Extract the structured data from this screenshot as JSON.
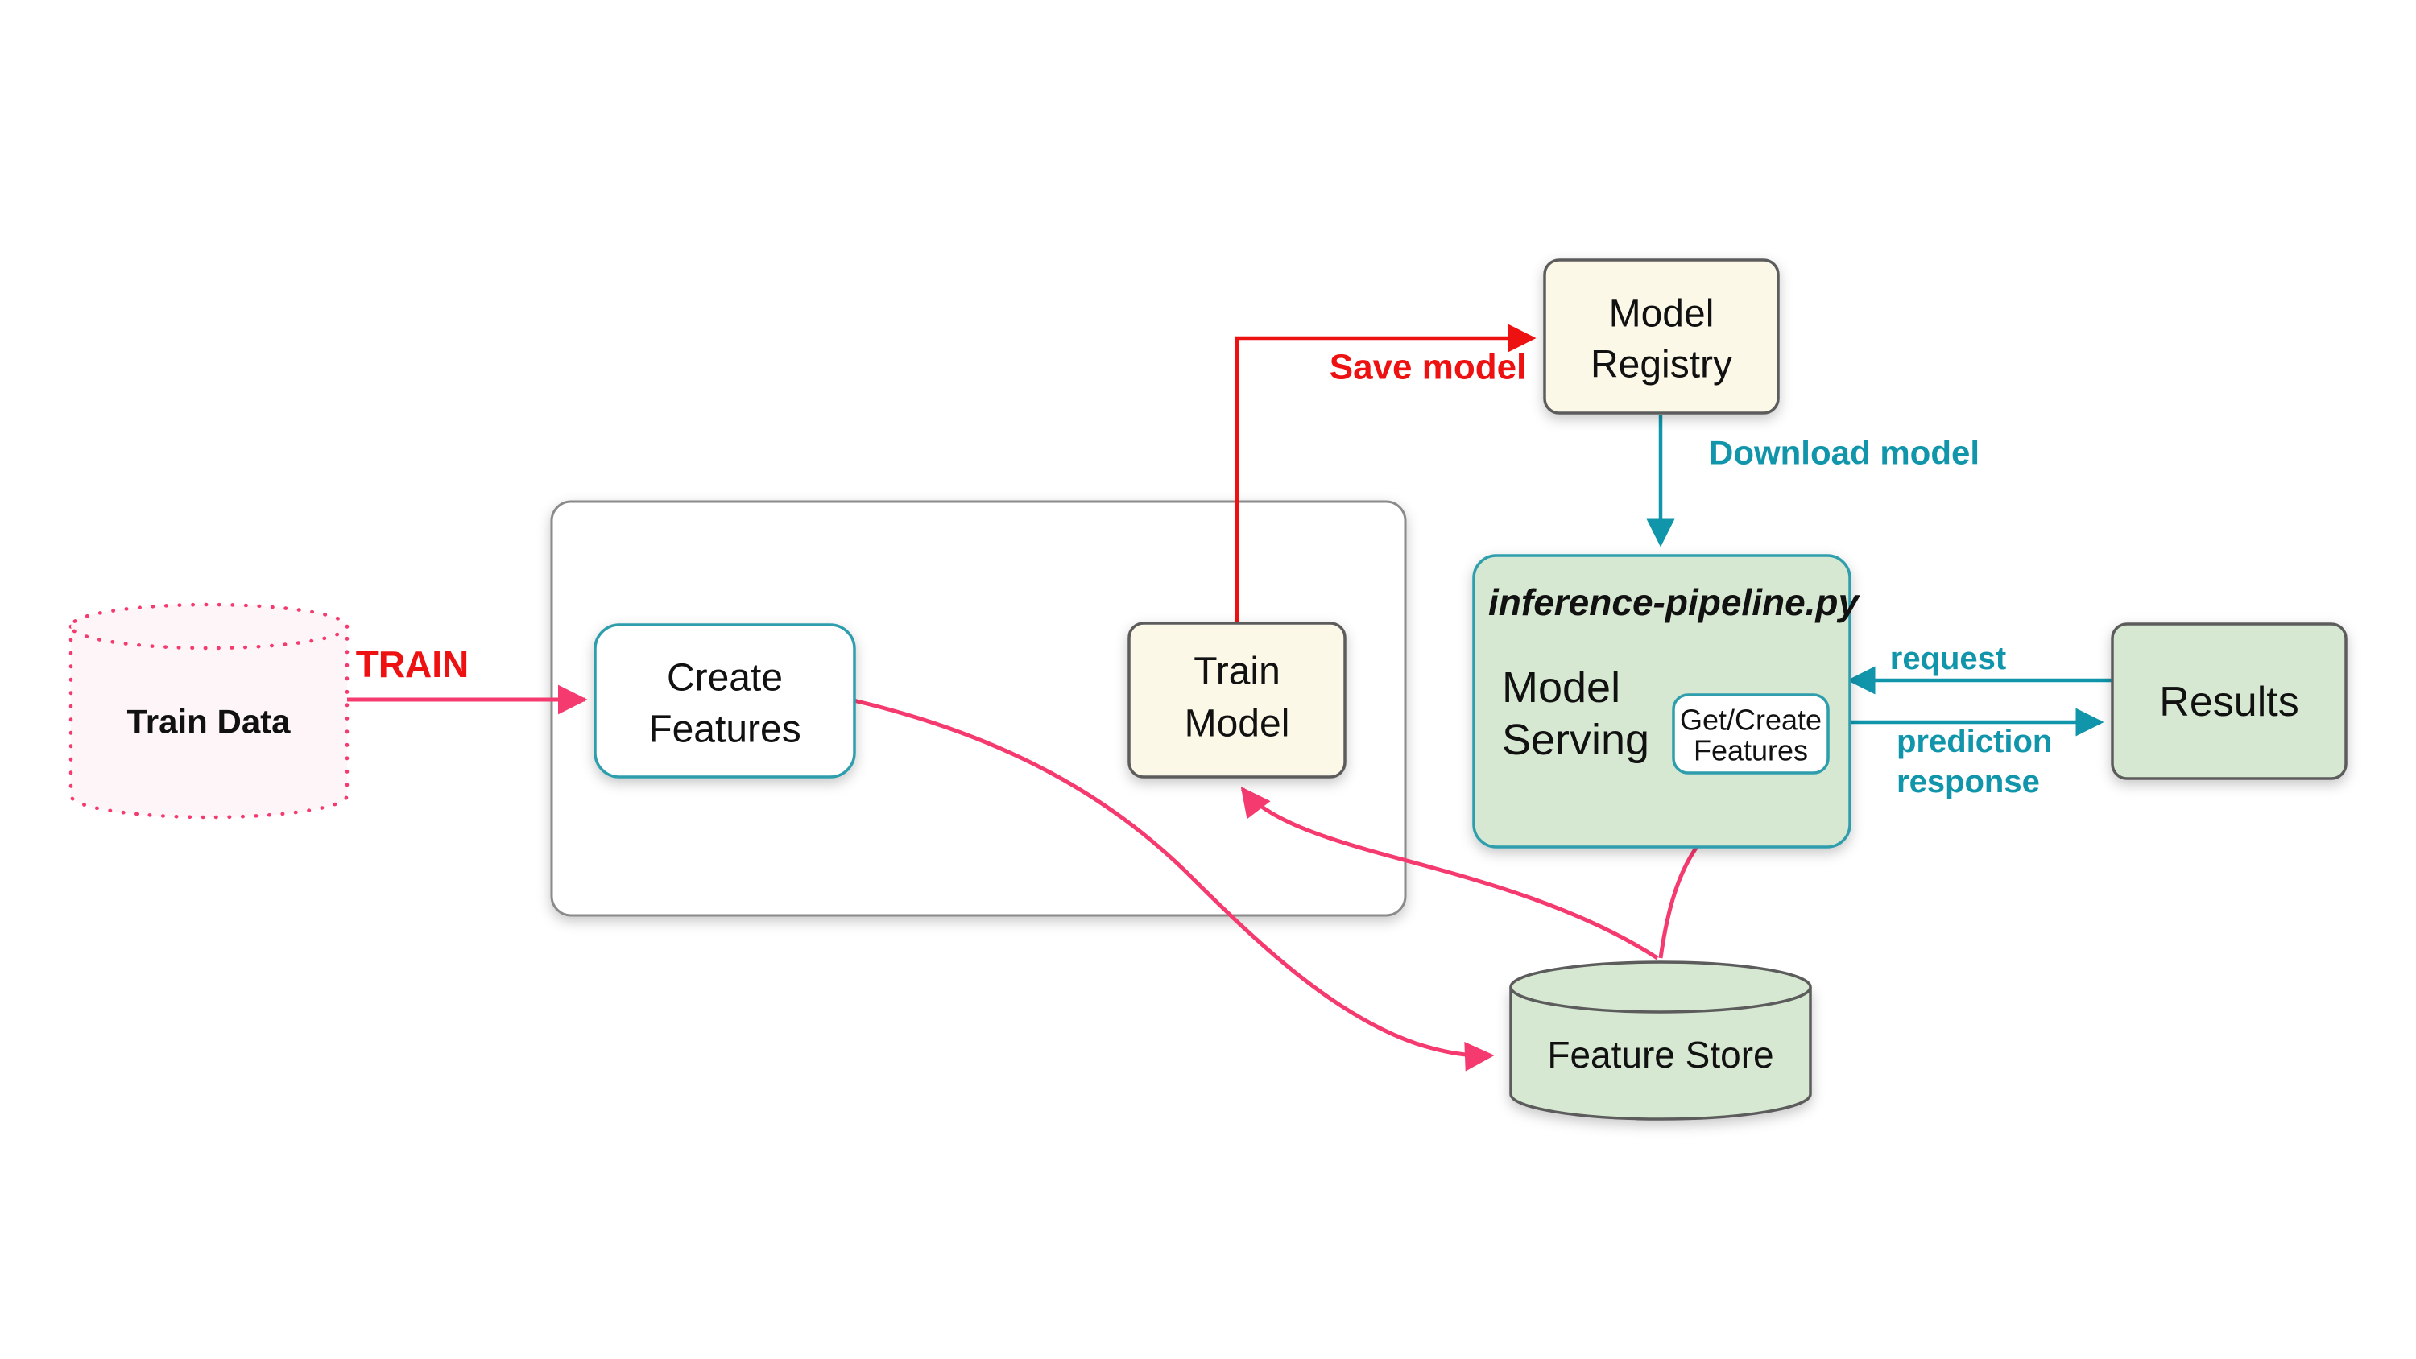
{
  "nodes": {
    "train_data": {
      "label": "Train Data",
      "type": "datastore"
    },
    "create_features": {
      "lines": [
        "Create",
        "Features"
      ]
    },
    "train_model": {
      "lines": [
        "Train",
        "Model"
      ]
    },
    "model_registry": {
      "lines": [
        "Model",
        "Registry"
      ]
    },
    "inference_pipeline": {
      "title": "inference-pipeline.py",
      "model_serving_lines": [
        "Model",
        "Serving"
      ],
      "get_create_features": {
        "lines": [
          "Get/Create",
          "Features"
        ]
      }
    },
    "results": {
      "label": "Results"
    },
    "feature_store": {
      "label": "Feature Store",
      "type": "datastore"
    }
  },
  "edges": {
    "train": {
      "label": "TRAIN"
    },
    "save_model": {
      "label": "Save model"
    },
    "download_model": {
      "label": "Download model"
    },
    "request": {
      "label": "request"
    },
    "prediction_response": {
      "lines": [
        "prediction",
        "response"
      ]
    }
  },
  "colors": {
    "pink": "#F43A6E",
    "red": "#EE1111",
    "teal": "#1095AB",
    "teal-border": "#2E9EAD",
    "green-fill": "#D6E8D1",
    "cream-fill": "#FBF8E8",
    "pink-fill": "#FDF5F7",
    "container-border": "#8A8A8A",
    "box-border": "#5C5C5C",
    "text": "#111111"
  }
}
